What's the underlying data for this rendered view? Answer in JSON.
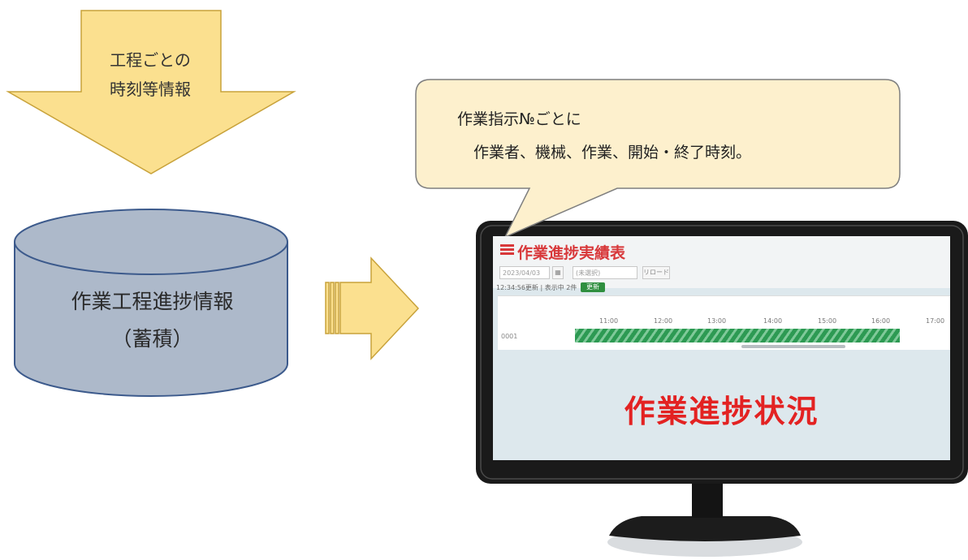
{
  "input_arrow": {
    "line1": "工程ごとの",
    "line2": "時刻等情報",
    "fill": "#fbe08f",
    "stroke": "#c8a23a"
  },
  "database": {
    "line1": "作業工程進捗情報",
    "line2": "（蓄積）",
    "fill": "#adb9ca",
    "stroke": "#3c5a8c"
  },
  "callout": {
    "line1": "作業指示№ごとに",
    "line2": "作業者、機械、作業、開始・終了時刻。",
    "fill": "#fdf0cd",
    "stroke": "#7f7f7f"
  },
  "monitor": {
    "app_title": "作業進捗実績表",
    "date_value": "2023/04/03",
    "filter_value": "(未選択)",
    "search_label": "リロード",
    "status_text": "12:34:56更新 | 表示中 2件",
    "green_button": "更新",
    "time_ticks": [
      "11:00",
      "12:00",
      "13:00",
      "14:00",
      "15:00",
      "16:00",
      "17:00"
    ],
    "row_label": "0001",
    "progress_title": "作業進捗状況",
    "bezel_color": "#1a1a1a",
    "screen_color": "#dde8ed",
    "title_color": "#e32222"
  }
}
